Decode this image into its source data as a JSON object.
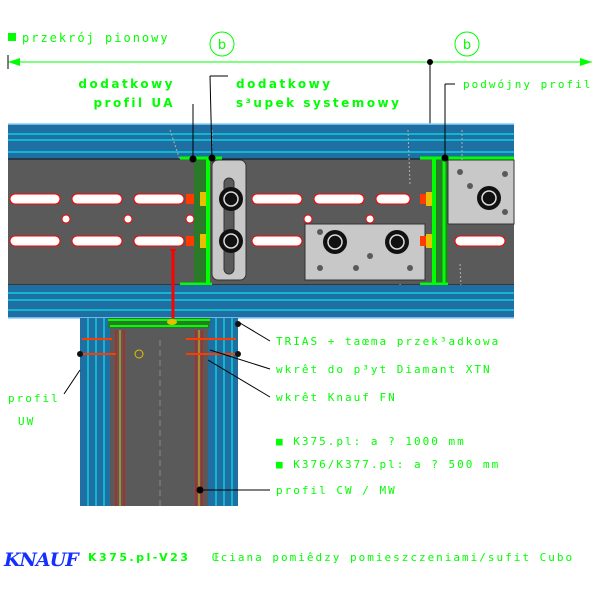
{
  "section_label": "przekrój pionowy",
  "dimension_marker": "b",
  "labels": {
    "additional_profile_ua_line1": "dodatkowy",
    "additional_profile_ua_line2": "profil UA",
    "additional_post_line1": "dodatkowy",
    "additional_post_line2": "s³upek systemowy",
    "double_profile_ua": "podwójny profil UA",
    "trias": "TRIAS + taœma przek³adkowa",
    "screw_diamant": "wkrêt do p³yt Diamant XTN",
    "screw_knauf": "wkrêt Knauf FN",
    "profile_uw_line1": "profil",
    "profile_uw_line2": "UW",
    "spacing_k375": "■ K375.pl: a ? 1000 mm",
    "spacing_k376": "■ K376/K377.pl: a ? 500 mm",
    "profile_cw": "profil CW / MW"
  },
  "footer": {
    "brand": "KNAUF",
    "code": "K375.pl-V23",
    "description": "Œciana pomiêdzy pomieszczeniami/sufit Cubo"
  },
  "colors": {
    "annotation": "#00ff00",
    "panel": "#1f6fa3",
    "panel_line": "#00ffff",
    "steel": "#5a5a5a",
    "brand": "#1430ff"
  }
}
